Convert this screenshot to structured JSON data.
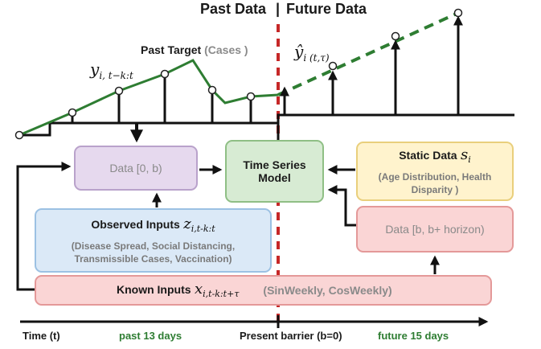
{
  "header": {
    "past": "Past Data",
    "separator": "|",
    "future": "Future Data"
  },
  "past_target": {
    "label": "Past Target",
    "note": "(Cases )",
    "symbol": "y",
    "subscript": "i, t−k:t"
  },
  "future_target": {
    "symbol": "ŷ",
    "subscript": "i (t,τ)"
  },
  "boxes": {
    "data_past": {
      "label": "Data [0, b)"
    },
    "model": {
      "line1": "Time Series",
      "line2": "Model"
    },
    "static": {
      "title": "Static Data",
      "symbol": "s",
      "subscript": "i",
      "details": "(Age Distribution, Health Disparity )"
    },
    "data_future": {
      "label": "Data [b, b+ horizon)"
    },
    "observed": {
      "title": "Observed Inputs",
      "symbol": "z",
      "subscript": "i,t-k:t",
      "details_line1": "(Disease Spread, Social Distancing,",
      "details_line2": "Transmissible Cases, Vaccination)"
    },
    "known": {
      "title": "Known  Inputs",
      "symbol": "x",
      "subscript": "i,t-k:t+τ",
      "details": "(SinWeekly, CosWeekly)"
    }
  },
  "timeline": {
    "time_label": "Time (t)",
    "past_days": "past 13 days",
    "barrier": "Present barrier (b=0)",
    "future_days": "future 15 days"
  },
  "colors": {
    "past_line": "#2e7d32",
    "barrier": "#c62828",
    "arrows": "#111111"
  }
}
